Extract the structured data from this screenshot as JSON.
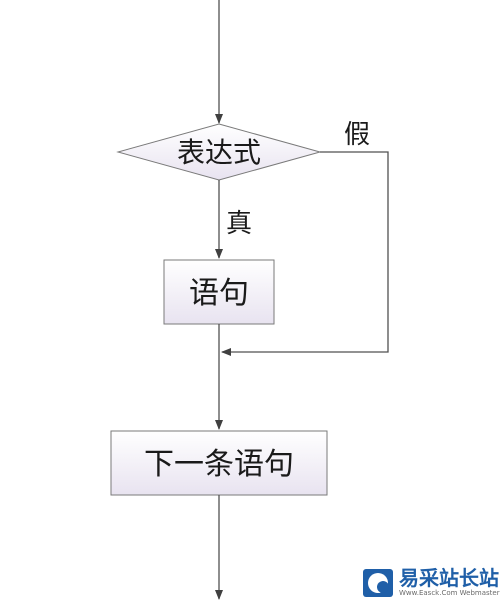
{
  "nodes": {
    "condition": {
      "label": "表达式"
    },
    "statement": {
      "label": "语句"
    },
    "next": {
      "label": "下一条语句"
    }
  },
  "edges": {
    "true_label": "真",
    "false_label": "假"
  },
  "watermark": {
    "title": "易采站长站",
    "subtitle": "Www.Easck.Com Webmaster"
  },
  "colors": {
    "box_fill_top": "#ffffff",
    "box_fill_bottom": "#e8e3f0",
    "stroke": "#505050",
    "brand": "#1f5fa8"
  }
}
